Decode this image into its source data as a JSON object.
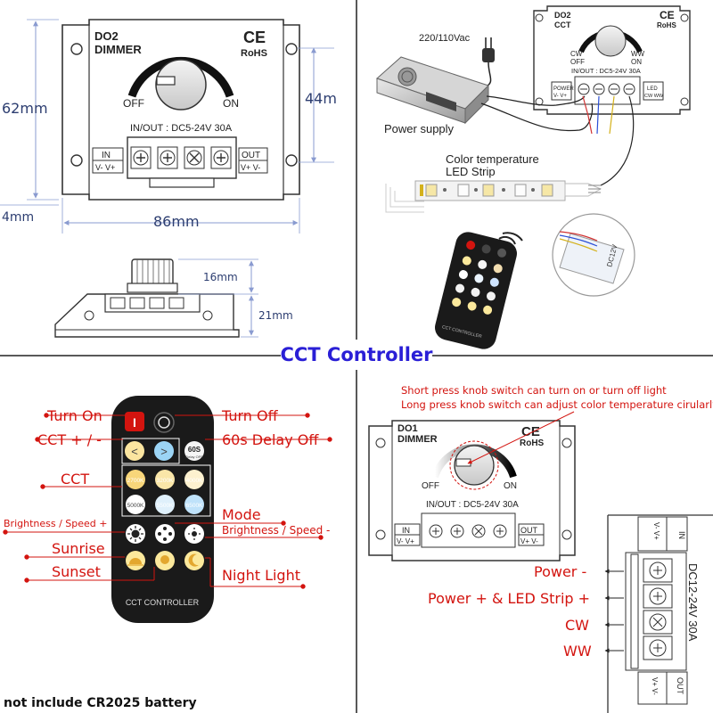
{
  "banner": {
    "title": "CCT Controller"
  },
  "colors": {
    "banner_text": "#2a1fd6",
    "red_label": "#d3140f",
    "dim_line": "#8a9bd0",
    "dim_text": "#2c3d70",
    "remote_body": "#1a1a1a"
  },
  "dims_panel": {
    "model": "DO2",
    "type": "DIMMER",
    "ce": "CE",
    "rohs": "RoHS",
    "knob_off": "OFF",
    "knob_on": "ON",
    "io_label": "IN/OUT : DC5-24V 30A",
    "in_label": "IN",
    "in_pins": "V- V+",
    "out_label": "OUT",
    "out_pins": "V+ V-",
    "height": "62mm",
    "inner_height": "44m",
    "hole": "4mm",
    "width": "86mm",
    "knob_height": "16mm",
    "body_height": "21mm"
  },
  "wiring_panel": {
    "model": "DO2",
    "type": "CCT",
    "ce": "CE",
    "rohs": "RoHS",
    "cw": "CW",
    "off": "OFF",
    "ww": "WW",
    "on": "ON",
    "io_label": "IN/OUT : DC5-24V 30A",
    "power_tag": "POWER",
    "power_pins": "V- V+",
    "led_tag": "LED",
    "led_pins": "CW WW",
    "voltage": "220/110Vac",
    "power_supply": "Power supply",
    "strip_label_1": "Color temperature",
    "strip_label_2": "LED Strip",
    "battery_tag": "DC12V",
    "remote_brand": "CCT CONTROLLER"
  },
  "remote_panel": {
    "labels_left": [
      "Turn On",
      "CCT + / -",
      "CCT",
      "Brightness / Speed +",
      "Sunrise",
      "Sunset"
    ],
    "labels_right": [
      "Turn Off",
      "60s Delay Off",
      "Mode",
      "Brightness / Speed -",
      "Night Light"
    ],
    "delay_button": "60S",
    "delay_sub": "Delay OFF",
    "cct_values": [
      "2700K",
      "3200K",
      "4000K",
      "5000K",
      "5500K",
      "6500K"
    ],
    "controller_label": "CCT CONTROLLER",
    "note": "not include CR2025 battery"
  },
  "function_panel": {
    "note_1": "Short press knob switch can turn on or turn off light",
    "note_2": "Long press knob switch can adjust color temperature cirularly",
    "model": "DO1",
    "type": "DIMMER",
    "ce": "CE",
    "rohs": "RoHS",
    "off": "OFF",
    "on": "ON",
    "io_label": "IN/OUT : DC5-24V 30A",
    "in_label": "IN",
    "in_pins": "V- V+",
    "out_label": "OUT",
    "out_pins": "V+ V-",
    "terminal_labels": [
      "Power -",
      "Power + & LED Strip +",
      "CW",
      "WW"
    ],
    "side_in": "IN",
    "side_in_pins": "V- V+",
    "side_out": "OUT",
    "side_out_pins": "V+ V-",
    "rating": "DC12-24V  30A"
  }
}
